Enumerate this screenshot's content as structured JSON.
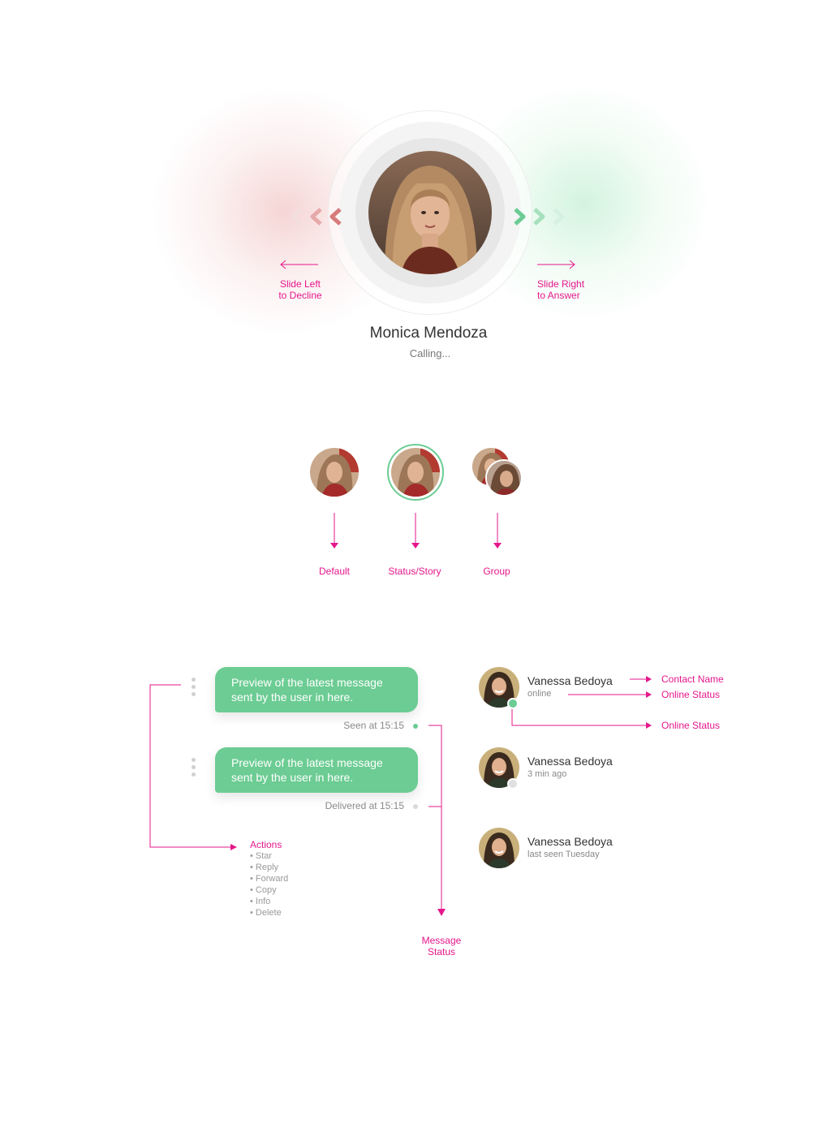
{
  "call": {
    "caller_name": "Monica Mendoza",
    "status": "Calling...",
    "decline_hint": [
      "Slide Left",
      "to Decline"
    ],
    "answer_hint": [
      "Slide Right",
      "to Answer"
    ],
    "decline_color": "#e38a8a",
    "answer_color": "#6ccc93"
  },
  "avatar_types": [
    {
      "label": "Default"
    },
    {
      "label": "Status/Story"
    },
    {
      "label": "Group"
    }
  ],
  "messages": [
    {
      "text": "Preview of the latest message sent by the user in here.",
      "status": "Seen at 15:15",
      "status_color": "#6ccc93"
    },
    {
      "text": "Preview of the latest message sent by the user in here.",
      "status": "Delivered at 15:15",
      "status_color": "#d9d9d9"
    }
  ],
  "actions": {
    "title": "Actions",
    "items": [
      "• Star",
      "• Reply",
      "• Forward",
      "• Copy",
      "• Info",
      "• Delete"
    ]
  },
  "message_status_label": [
    "Message",
    "Status"
  ],
  "contacts": [
    {
      "name": "Vanessa Bedoya",
      "status": "online",
      "dot_color": "#6ccc93"
    },
    {
      "name": "Vanessa Bedoya",
      "status": "3 min ago",
      "dot_color": "#e0e0e0"
    },
    {
      "name": "Vanessa Bedoya",
      "status": "last seen Tuesday"
    }
  ],
  "contact_annotations": {
    "contact_name": "Contact Name",
    "online_status_1": "Online Status",
    "online_status_2": "Online Status"
  },
  "accent_color": "#e5178b",
  "bubble_color": "#6ccc93"
}
